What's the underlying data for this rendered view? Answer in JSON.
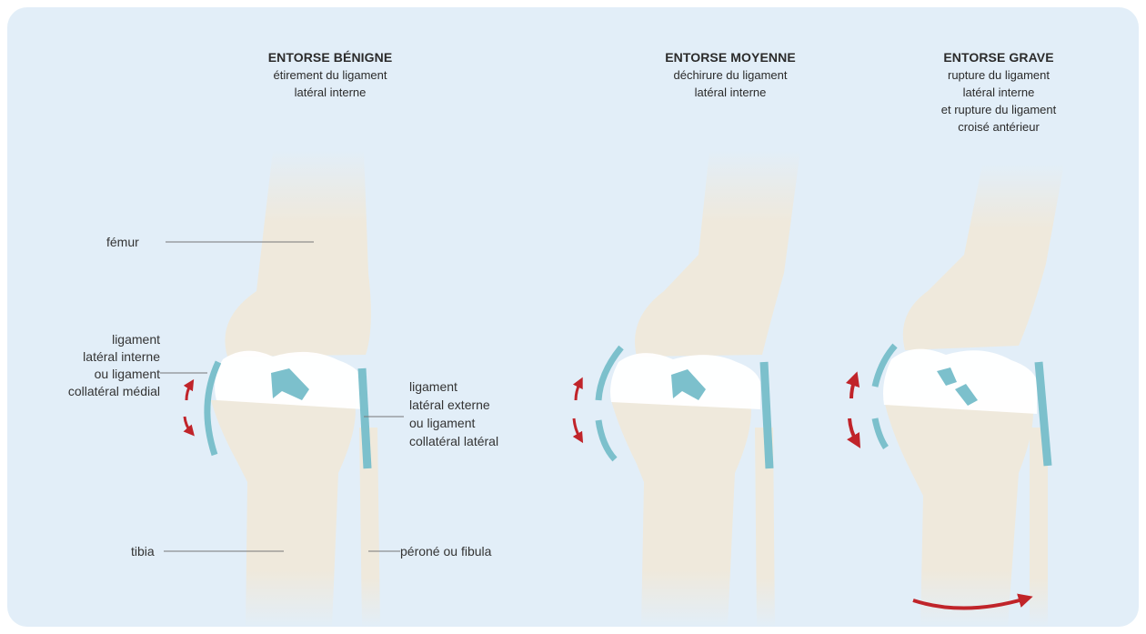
{
  "panels": [
    {
      "title": "ENTORSE BÉNIGNE",
      "description_lines": [
        "étirement du ligament",
        "latéral interne"
      ]
    },
    {
      "title": "ENTORSE MOYENNE",
      "description_lines": [
        "déchirure du ligament",
        "latéral interne"
      ]
    },
    {
      "title": "ENTORSE GRAVE",
      "description_lines": [
        "rupture du ligament",
        "latéral interne",
        "et rupture du ligament",
        "croisé antérieur"
      ]
    }
  ],
  "labels": {
    "femur": "fémur",
    "medial_ligament_lines": [
      "ligament",
      "latéral interne",
      "ou ligament",
      "collatéral médial"
    ],
    "lateral_ligament_lines": [
      "ligament",
      "latéral externe",
      "ou ligament",
      "collatéral latéral"
    ],
    "tibia": "tibia",
    "fibula": "péroné ou fibula"
  },
  "colors": {
    "background": "#e2eef8",
    "bone": "#efe9dc",
    "cartilage": "#ffffff",
    "ligament": "#7cc0cc",
    "arrow": "#c0242a"
  }
}
